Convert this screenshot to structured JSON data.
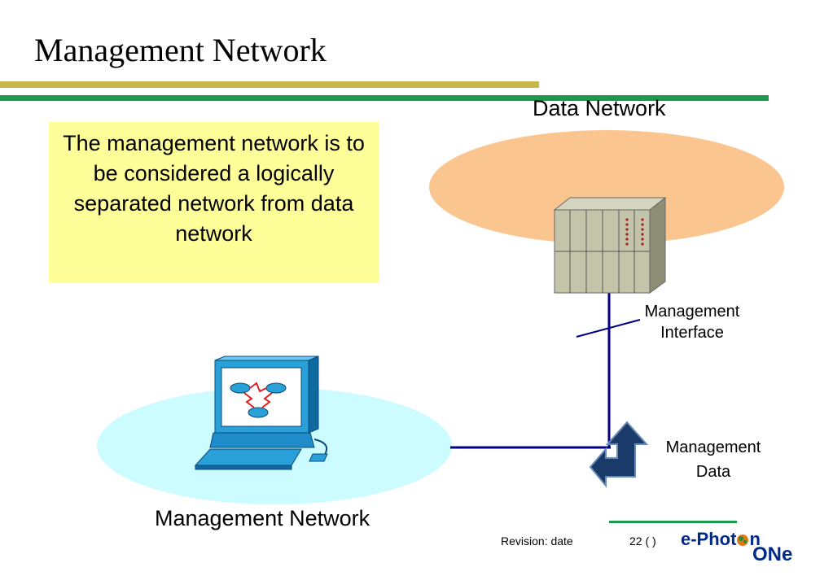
{
  "slide": {
    "title": "Management Network",
    "note_text": "The management network is to be considered a logically separated network from data network"
  },
  "diagram": {
    "data_network_label": "Data Network",
    "management_network_label": "Management Network",
    "management_interface_label": "Management Interface",
    "management_data_label": "Management Data",
    "colors": {
      "data_network_fill": "#fbc590",
      "management_network_fill": "#ccfcff",
      "link_line": "#000080",
      "note_fill": "#ffff99",
      "arrow_fill": "#1a3a6a"
    },
    "icons": [
      "network-equipment-rack-icon",
      "management-workstation-icon",
      "bidirectional-arrow-icon"
    ]
  },
  "footer": {
    "revision": "Revision: date",
    "page": "22 (   )",
    "logo_line1": "e-Phot",
    "logo_line2": "n",
    "logo_line3": "ONe"
  }
}
